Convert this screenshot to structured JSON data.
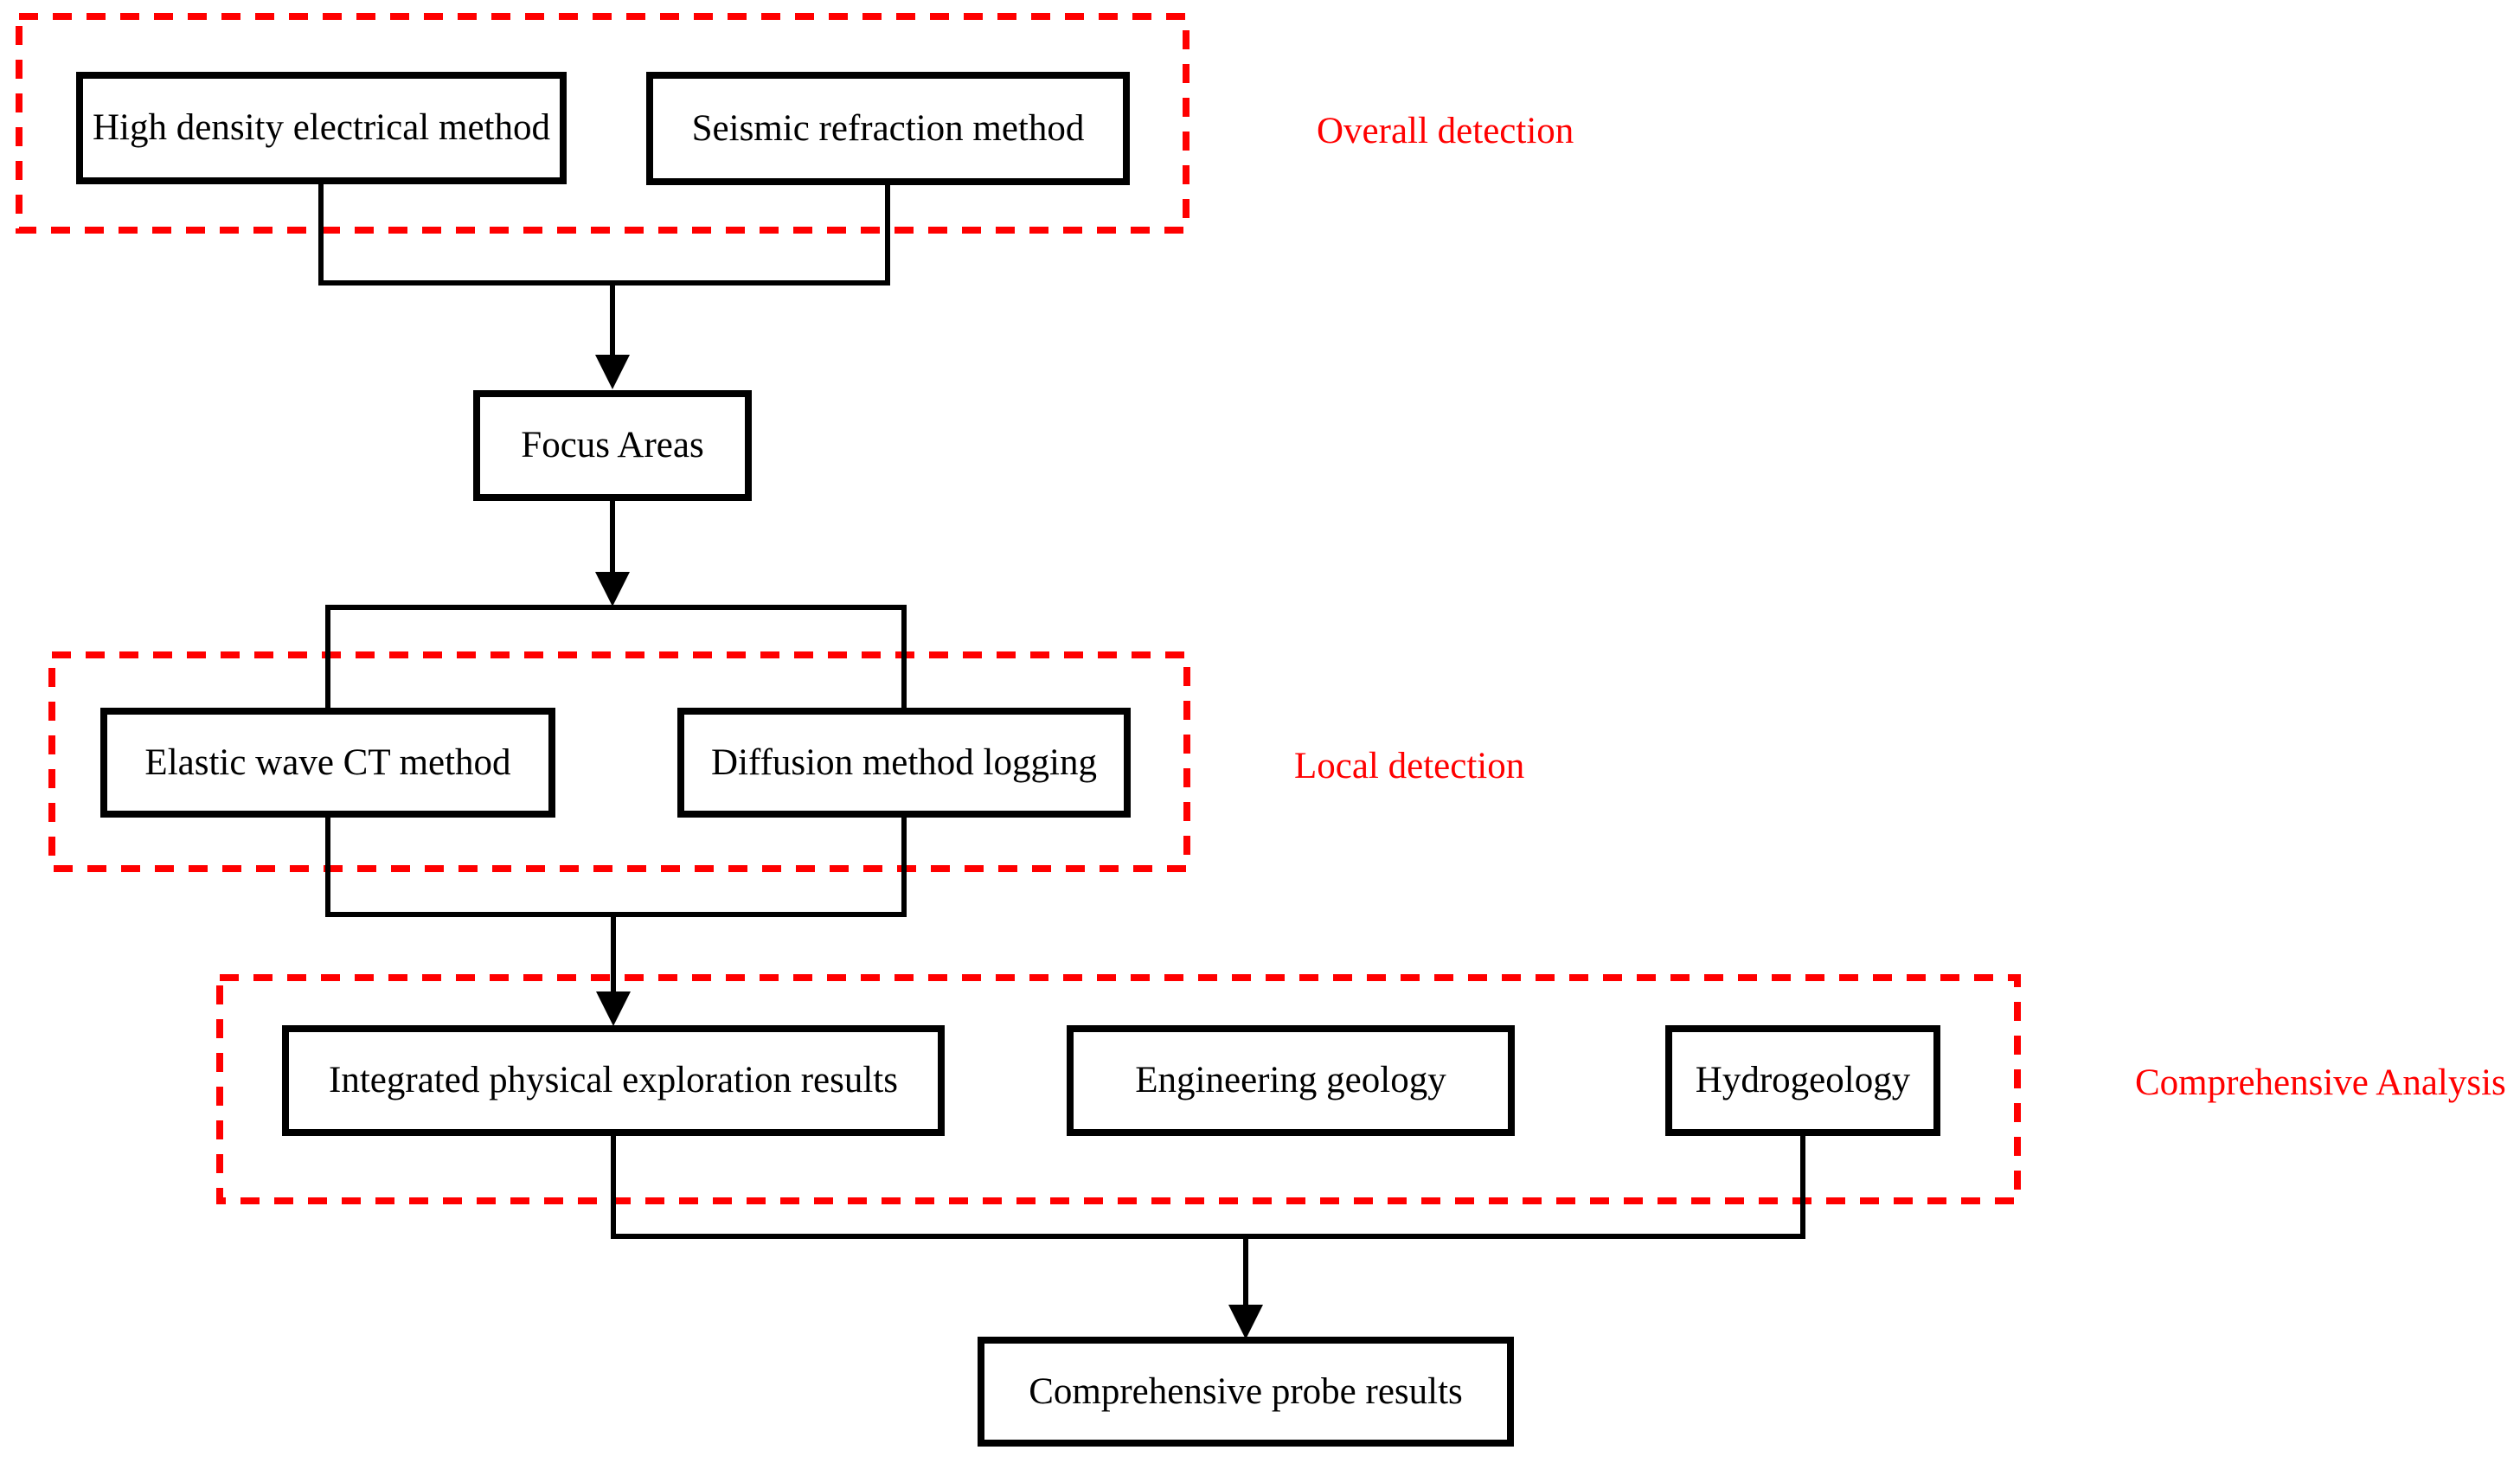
{
  "diagram": {
    "type": "flowchart",
    "background": "#ffffff",
    "colors": {
      "box_border": "#000000",
      "box_text": "#000000",
      "connector": "#000000",
      "annotation": "#ff0000",
      "dashed_group_border": "#ff0000"
    },
    "sections": {
      "overall": {
        "label": "Overall detection",
        "nodes": [
          "high_density",
          "seismic"
        ]
      },
      "local": {
        "label": "Local detection",
        "nodes": [
          "elastic",
          "diffusion"
        ]
      },
      "comprehensive": {
        "label": "Comprehensive Analysis",
        "nodes": [
          "integrated",
          "engineering",
          "hydrogeology"
        ]
      }
    },
    "nodes": {
      "high_density": {
        "label": "High density electrical method"
      },
      "seismic": {
        "label": "Seismic refraction method"
      },
      "focus": {
        "label": "Focus Areas"
      },
      "elastic": {
        "label": "Elastic wave CT method"
      },
      "diffusion": {
        "label": "Diffusion method logging"
      },
      "integrated": {
        "label": "Integrated physical exploration results"
      },
      "engineering": {
        "label": "Engineering geology"
      },
      "hydrogeology": {
        "label": "Hydrogeology"
      },
      "probe": {
        "label": "Comprehensive probe results"
      }
    },
    "edges": [
      {
        "from": "high_density",
        "to": "focus",
        "arrow": true
      },
      {
        "from": "seismic",
        "to": "focus",
        "arrow": true
      },
      {
        "from": "focus",
        "to": "elastic",
        "arrow": true
      },
      {
        "from": "focus",
        "to": "diffusion",
        "arrow": true
      },
      {
        "from": "elastic",
        "to": "integrated",
        "arrow": true
      },
      {
        "from": "diffusion",
        "to": "integrated",
        "arrow": true
      },
      {
        "from": "integrated",
        "to": "probe",
        "arrow": true
      },
      {
        "from": "hydrogeology",
        "to": "probe",
        "arrow": true
      }
    ]
  }
}
